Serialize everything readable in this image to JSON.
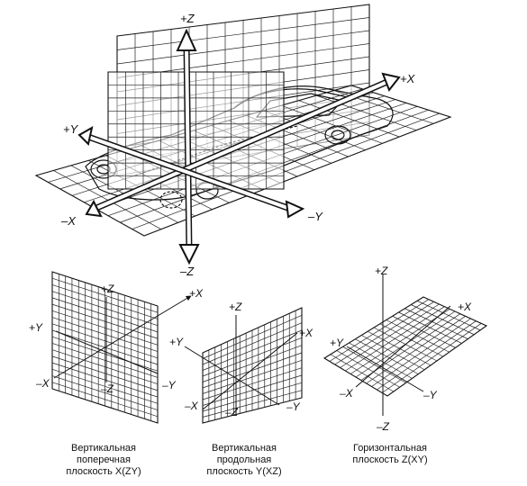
{
  "main_figure": {
    "labels": {
      "plus_z": "+Z",
      "minus_z": "–Z",
      "plus_x": "+X",
      "minus_x": "–X",
      "plus_y": "+Y",
      "minus_y": "–Y"
    }
  },
  "panels": [
    {
      "labels": {
        "plus_z": "+Z",
        "minus_z": "–Z",
        "plus_x": "+X",
        "minus_x": "–X",
        "plus_y": "+Y",
        "minus_y": "–Y"
      },
      "caption": [
        "Вертикальная",
        "поперечная",
        "плоскость X(ZY)"
      ]
    },
    {
      "labels": {
        "plus_z": "+Z",
        "minus_z": "–Z",
        "plus_x": "+X",
        "minus_x": "–X",
        "plus_y": "+Y",
        "minus_y": "–Y"
      },
      "caption": [
        "Вертикальная",
        "продольная",
        "плоскость Y(XZ)"
      ]
    },
    {
      "labels": {
        "plus_z": "+Z",
        "minus_z": "–Z",
        "plus_x": "+X",
        "minus_x": "–X",
        "plus_y": "+Y",
        "minus_y": "–Y"
      },
      "caption": [
        "Горизонтальная",
        "плоскость Z(XY)"
      ]
    }
  ]
}
